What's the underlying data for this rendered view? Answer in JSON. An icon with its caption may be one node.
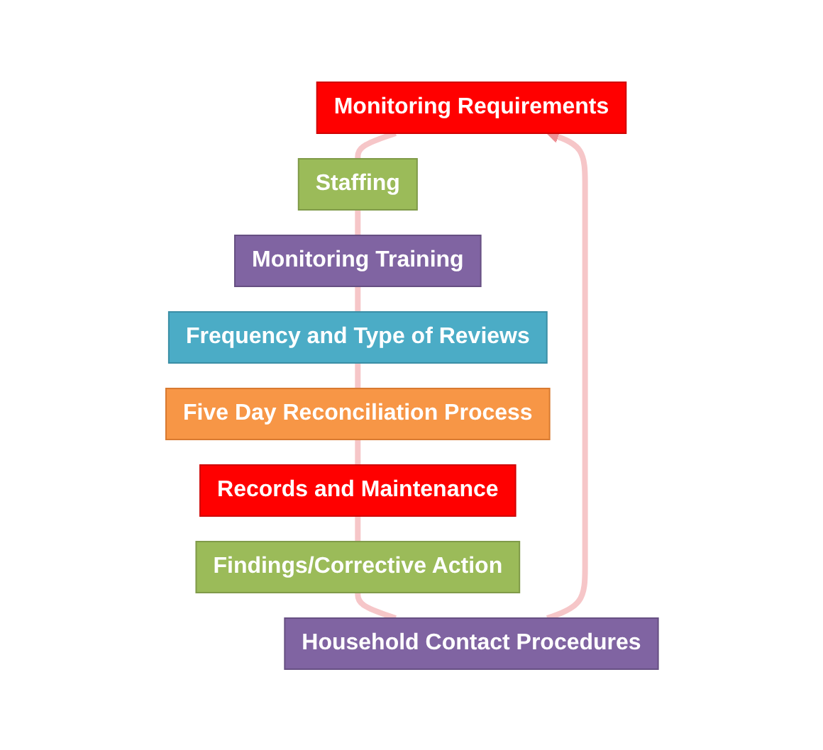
{
  "diagram": {
    "nodes": [
      {
        "text": [
          "Monitoring Requirements"
        ]
      },
      {
        "text": [
          "Staffing"
        ]
      },
      {
        "text": [
          "Monitoring Training"
        ]
      },
      {
        "text": [
          "Frequency and Type of Reviews"
        ]
      },
      {
        "text": [
          "Five Day Reconciliation Process"
        ]
      },
      {
        "text": [
          "Records and Maintenance"
        ]
      },
      {
        "text": [
          "Findings/Corrective Action"
        ]
      },
      {
        "text": [
          "Household Contact Procedures"
        ]
      }
    ],
    "edges": [
      {
        "from": 0,
        "to": 1,
        "arrow": "none"
      },
      {
        "from": 1,
        "to": 2,
        "arrow": "none"
      },
      {
        "from": 2,
        "to": 3,
        "arrow": "none"
      },
      {
        "from": 3,
        "to": 4,
        "arrow": "none"
      },
      {
        "from": 4,
        "to": 5,
        "arrow": "none"
      },
      {
        "from": 5,
        "to": 6,
        "arrow": "none"
      },
      {
        "from": 6,
        "to": 7,
        "arrow": "none"
      },
      {
        "from": 7,
        "to": 0,
        "arrow": "to"
      }
    ]
  }
}
